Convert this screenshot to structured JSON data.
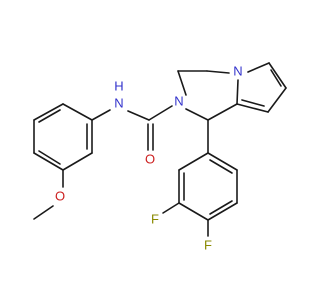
{
  "molecule": {
    "atom_labels": {
      "n_amide": "N",
      "h_amide": "H",
      "o_carbonyl": "O",
      "n_ring": "N",
      "n_pyrrole": "N",
      "o_methoxy": "O",
      "f_meta": "F",
      "f_para": "F"
    },
    "colors": {
      "carbon": "#1a1a1a",
      "nitrogen": "#3333cc",
      "oxygen": "#cc1f1f",
      "fluorine": "#8a8a00",
      "background": "#ffffff"
    }
  }
}
